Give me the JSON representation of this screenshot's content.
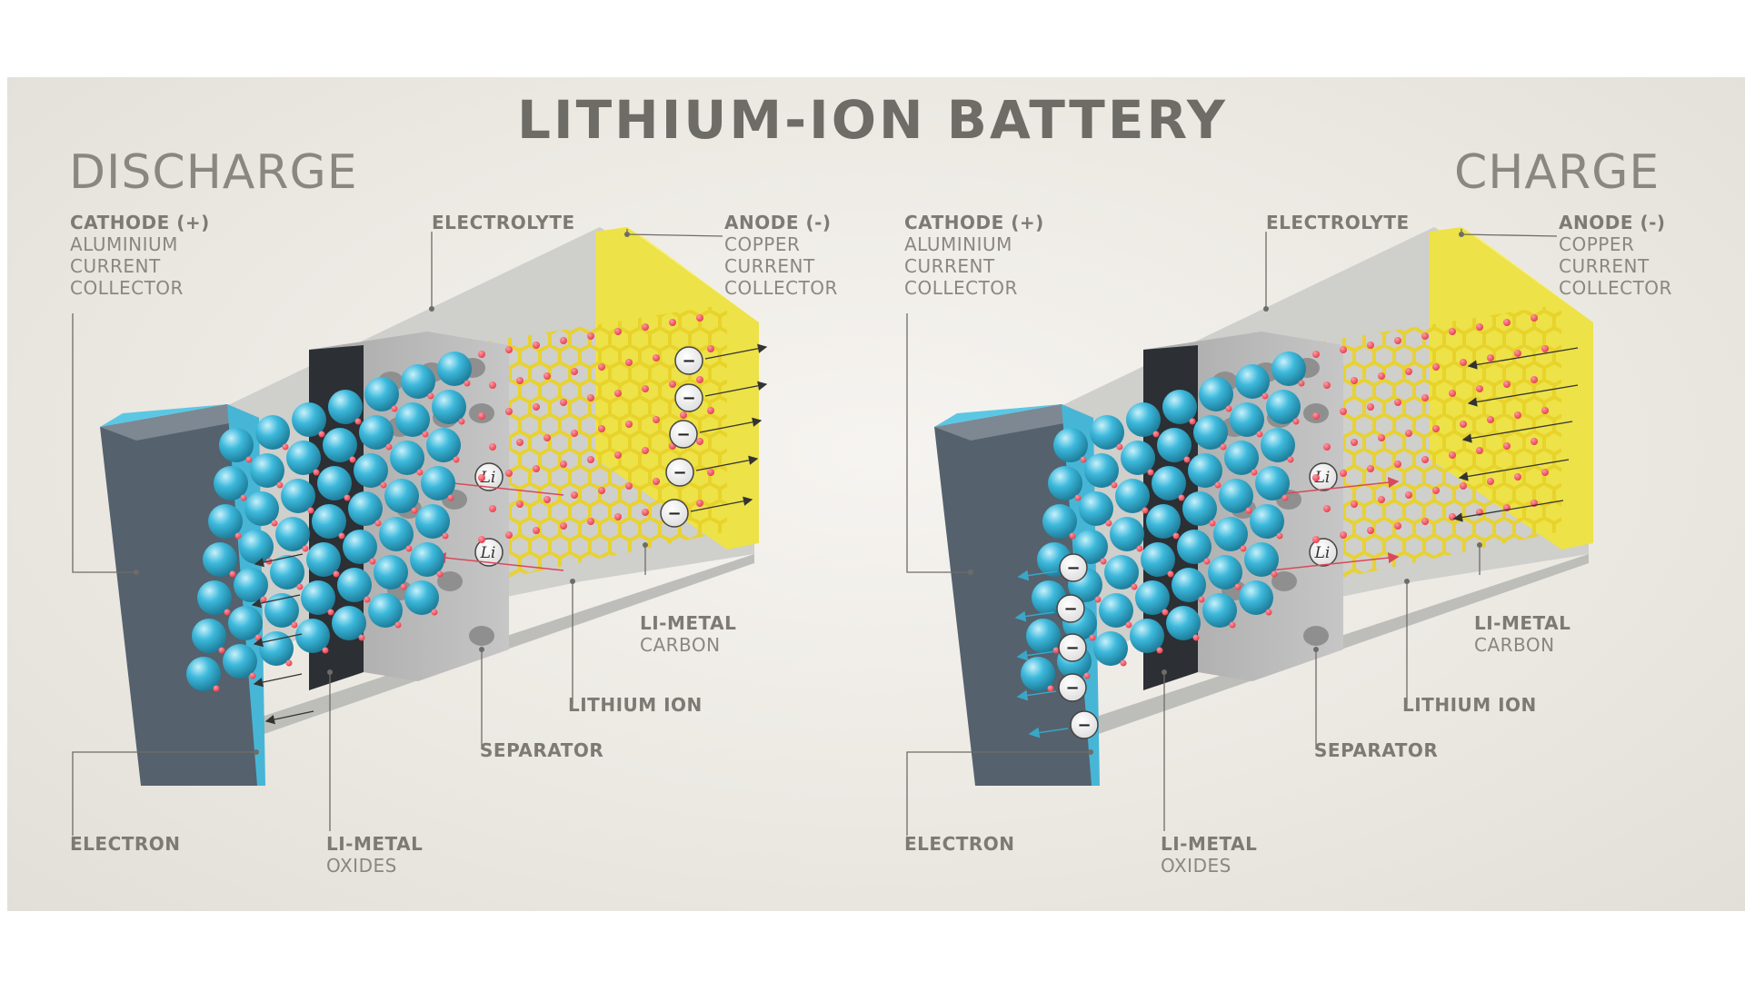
{
  "title": "LITHIUM-ION BATTERY",
  "colors": {
    "background": "#ece9e3",
    "text": "#8a8781",
    "title": "#6e6c66",
    "cathode_collector": "#47b6d6",
    "anode_collector": "#ede247",
    "separator": "#b9b9b9",
    "metal_oxide_sphere": "#3db9dc",
    "lithium_ion": "#e6404f",
    "carbon_lattice": "#e8d22a",
    "casing": "#55616d"
  },
  "panels": [
    {
      "mode": "DISCHARGE",
      "cathode": {
        "title": "CATHODE (+)",
        "lines": [
          "ALUMINIUM",
          "CURRENT",
          "COLLECTOR"
        ]
      },
      "electrolyte": "ELECTROLYTE",
      "anode": {
        "title": "ANODE (-)",
        "lines": [
          "COPPER",
          "CURRENT",
          "COLLECTOR"
        ]
      },
      "li_metal_carbon": {
        "title": "LI-METAL",
        "sub": "CARBON"
      },
      "lithium_ion": "LITHIUM ION",
      "separator": "SEPARATOR",
      "electron": "ELECTRON",
      "li_metal_oxides": {
        "title": "LI-METAL",
        "sub": "OXIDES"
      },
      "ion_symbol": "Li",
      "electron_symbol": "−",
      "flow": "anode-to-cathode"
    },
    {
      "mode": "CHARGE",
      "cathode": {
        "title": "CATHODE (+)",
        "lines": [
          "ALUMINIUM",
          "CURRENT",
          "COLLECTOR"
        ]
      },
      "electrolyte": "ELECTROLYTE",
      "anode": {
        "title": "ANODE (-)",
        "lines": [
          "COPPER",
          "CURRENT",
          "COLLECTOR"
        ]
      },
      "li_metal_carbon": {
        "title": "LI-METAL",
        "sub": "CARBON"
      },
      "lithium_ion": "LITHIUM ION",
      "separator": "SEPARATOR",
      "electron": "ELECTRON",
      "li_metal_oxides": {
        "title": "LI-METAL",
        "sub": "OXIDES"
      },
      "ion_symbol": "Li",
      "electron_symbol": "−",
      "flow": "cathode-to-anode"
    }
  ]
}
